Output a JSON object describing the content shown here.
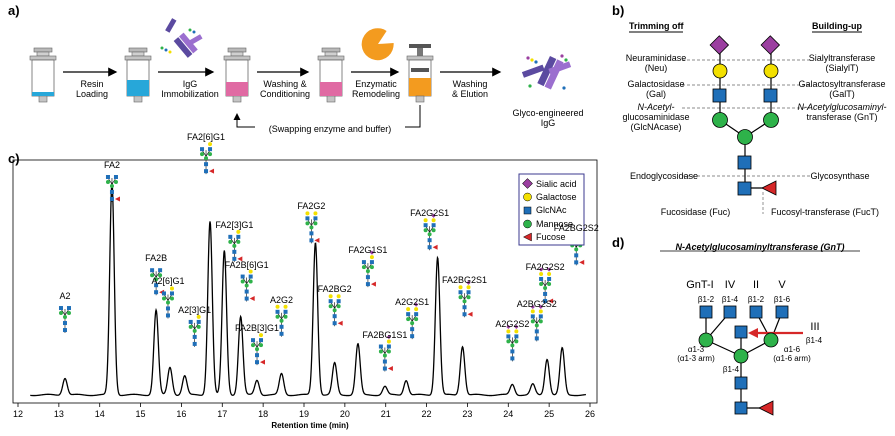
{
  "panels": {
    "a": "a)",
    "b": "b)",
    "c": "c)",
    "d": "d)"
  },
  "colors": {
    "sialic": "#9b3fa0",
    "galactose": "#f3e000",
    "glcnac": "#1f6fb8",
    "mannose": "#2eb24a",
    "fucose": "#d62728",
    "resin": "#27a7d9",
    "pink": "#e06aa3",
    "orange": "#f39b1f",
    "antibody1": "#5b4aa0",
    "antibody2": "#9b6fcf"
  },
  "panel_a": {
    "steps": [
      {
        "label1": "Resin",
        "label2": "Loading"
      },
      {
        "label1": "IgG",
        "label2": "Immobilization"
      },
      {
        "label1": "Washing &",
        "label2": "Conditioning"
      },
      {
        "label1": "Enzymatic",
        "label2": "Remodeling"
      },
      {
        "label1": "Washing",
        "label2": "& Elution"
      }
    ],
    "loop_label": "(Swapping enzyme and buffer)",
    "product1": "Glyco-engineered",
    "product2": "IgG"
  },
  "panel_b": {
    "left_header": "Trimming off",
    "right_header": "Building-up",
    "left": [
      {
        "l1": "Neuraminidase",
        "l2": "(Neu)"
      },
      {
        "l1": "Galactosidase",
        "l2": "(Gal)"
      },
      {
        "l1": "N-Acetyl-",
        "l2": "glucosaminidase",
        "l3": "(GlcNAcase)"
      },
      {
        "l1": "Endoglycosidase"
      },
      {
        "l1": "Fucosidase (Fuc)"
      }
    ],
    "right": [
      {
        "l1": "Sialyltransferase",
        "l2": "(SialylT)"
      },
      {
        "l1": "Galactosyltransferase",
        "l2": "(GalT)"
      },
      {
        "l1": "N-Acetylglucosaminyl-",
        "l2": "transferase (GnT)"
      },
      {
        "l1": "Glycosynthase"
      },
      {
        "l1": "Fucosyl-transferase (FucT)"
      }
    ]
  },
  "panel_c": {
    "xlabel": "Retention time (min)",
    "xticks": [
      "12",
      "13",
      "14",
      "15",
      "16",
      "17",
      "18",
      "19",
      "20",
      "21",
      "22",
      "23",
      "24",
      "25",
      "26"
    ],
    "legend": [
      "Sialic acid",
      "Galactose",
      "GlcNAc",
      "Mannose",
      "Fucose"
    ],
    "peaks": [
      {
        "label": "A2",
        "t": 13.15,
        "h": 0.08
      },
      {
        "label": "FA2",
        "t": 14.3,
        "h": 1.0
      },
      {
        "label": "FA2B",
        "t": 15.38,
        "h": 0.4
      },
      {
        "label": "A2[6]G1",
        "t": 15.72,
        "h": 0.13
      },
      {
        "label": "A2[3]G1",
        "t": 16.08,
        "h": 0.09
      },
      {
        "label": "FA2[6]G1",
        "t": 16.7,
        "h": 0.82
      },
      {
        "label": "FA2[3]G1",
        "t": 17.05,
        "h": 0.68
      },
      {
        "label": "FA2B[6]G1",
        "t": 17.45,
        "h": 0.37
      },
      {
        "label": "FA2B[3]G1",
        "t": 17.85,
        "h": 0.07
      },
      {
        "label": "A2G2",
        "t": 18.45,
        "h": 0.1
      },
      {
        "label": "FA2G2",
        "t": 19.28,
        "h": 0.72
      },
      {
        "label": "FA2BG2",
        "t": 19.75,
        "h": 0.15
      },
      {
        "label": "FA2G1S1",
        "t": 20.32,
        "h": 0.24
      },
      {
        "label": "FA2BG1S1",
        "t": 20.98,
        "h": 0.04
      },
      {
        "label": "A2G2S1",
        "t": 21.5,
        "h": 0.07
      },
      {
        "label": "FA2G2S1",
        "t": 22.27,
        "h": 0.65
      },
      {
        "label": "FA2BG2S1",
        "t": 22.88,
        "h": 0.23
      },
      {
        "label": "A2G2S2",
        "t": 24.1,
        "h": 0.05
      },
      {
        "label": "A2BG2S2",
        "t": 24.6,
        "h": 0.05
      },
      {
        "label": "FA2G2S2",
        "t": 24.95,
        "h": 0.17
      },
      {
        "label": "FA2BG2S2",
        "t": 25.32,
        "h": 0.22
      }
    ]
  },
  "panel_d": {
    "title": "N-Acetylglucosaminyltransferase (GnT)",
    "gnt1": "GnT-I",
    "gnt4": "IV",
    "gnt2": "II",
    "gnt5": "V",
    "gnt3": "III",
    "link_b12a": "β1-2",
    "link_b14a": "β1-4",
    "link_b12b": "β1-2",
    "link_b16": "β1-6",
    "link_b14_iii": "β1-4",
    "a13": "α1-3",
    "a13arm": "(α1-3 arm)",
    "a16": "α1-6",
    "a16arm": "(α1-6 arm)",
    "b14core": "β1-4"
  }
}
